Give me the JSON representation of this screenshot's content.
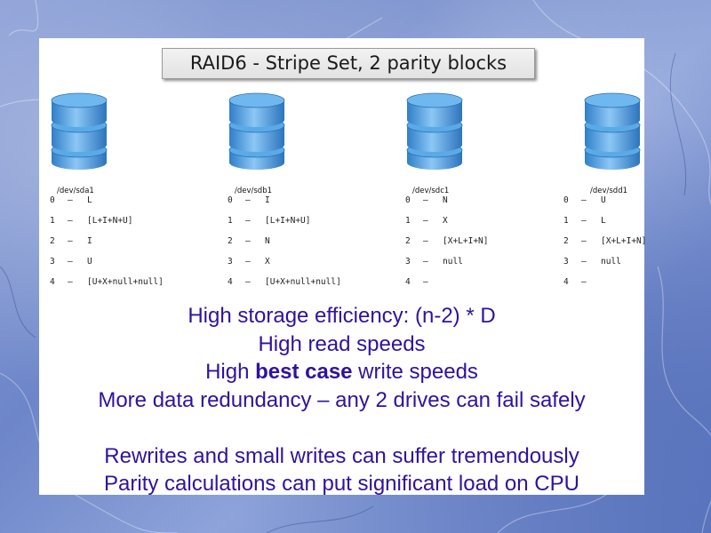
{
  "slide": {
    "title": "RAID6 - Stripe Set, 2 parity blocks",
    "drives": [
      {
        "label": "/dev/sda1",
        "rows": [
          {
            "index": "0",
            "value": "L"
          },
          {
            "index": "1",
            "value": "[L+I+N+U]"
          },
          {
            "index": "2",
            "value": "I"
          },
          {
            "index": "3",
            "value": "U"
          },
          {
            "index": "4",
            "value": "[U+X+null+null]"
          }
        ]
      },
      {
        "label": "/dev/sdb1",
        "rows": [
          {
            "index": "0",
            "value": "I"
          },
          {
            "index": "1",
            "value": "[L+I+N+U]"
          },
          {
            "index": "2",
            "value": "N"
          },
          {
            "index": "3",
            "value": "X"
          },
          {
            "index": "4",
            "value": "[U+X+null+null]"
          }
        ]
      },
      {
        "label": "/dev/sdc1",
        "rows": [
          {
            "index": "0",
            "value": "N"
          },
          {
            "index": "1",
            "value": "X"
          },
          {
            "index": "2",
            "value": "[X+L+I+N]"
          },
          {
            "index": "3",
            "value": "null"
          },
          {
            "index": "4",
            "value": ""
          }
        ]
      },
      {
        "label": "/dev/sdd1",
        "rows": [
          {
            "index": "0",
            "value": "U"
          },
          {
            "index": "1",
            "value": "L"
          },
          {
            "index": "2",
            "value": "[X+L+I+N]"
          },
          {
            "index": "3",
            "value": "null"
          },
          {
            "index": "4",
            "value": ""
          }
        ]
      }
    ],
    "bullets": {
      "line1": "High storage efficiency: (n-2) * D",
      "line2": "High read speeds",
      "line3_pre": "High ",
      "line3_bold": "best case",
      "line3_post": " write speeds",
      "line4": "More data redundancy – any 2 drives can fail safely",
      "line5": "Rewrites and small writes can suffer tremendously",
      "line6": "Parity calculations can put significant load on CPU"
    },
    "colors": {
      "text_accent": "#30129e",
      "disk_blue": "#4a9be0",
      "background_blue": "#7a90cf"
    }
  }
}
